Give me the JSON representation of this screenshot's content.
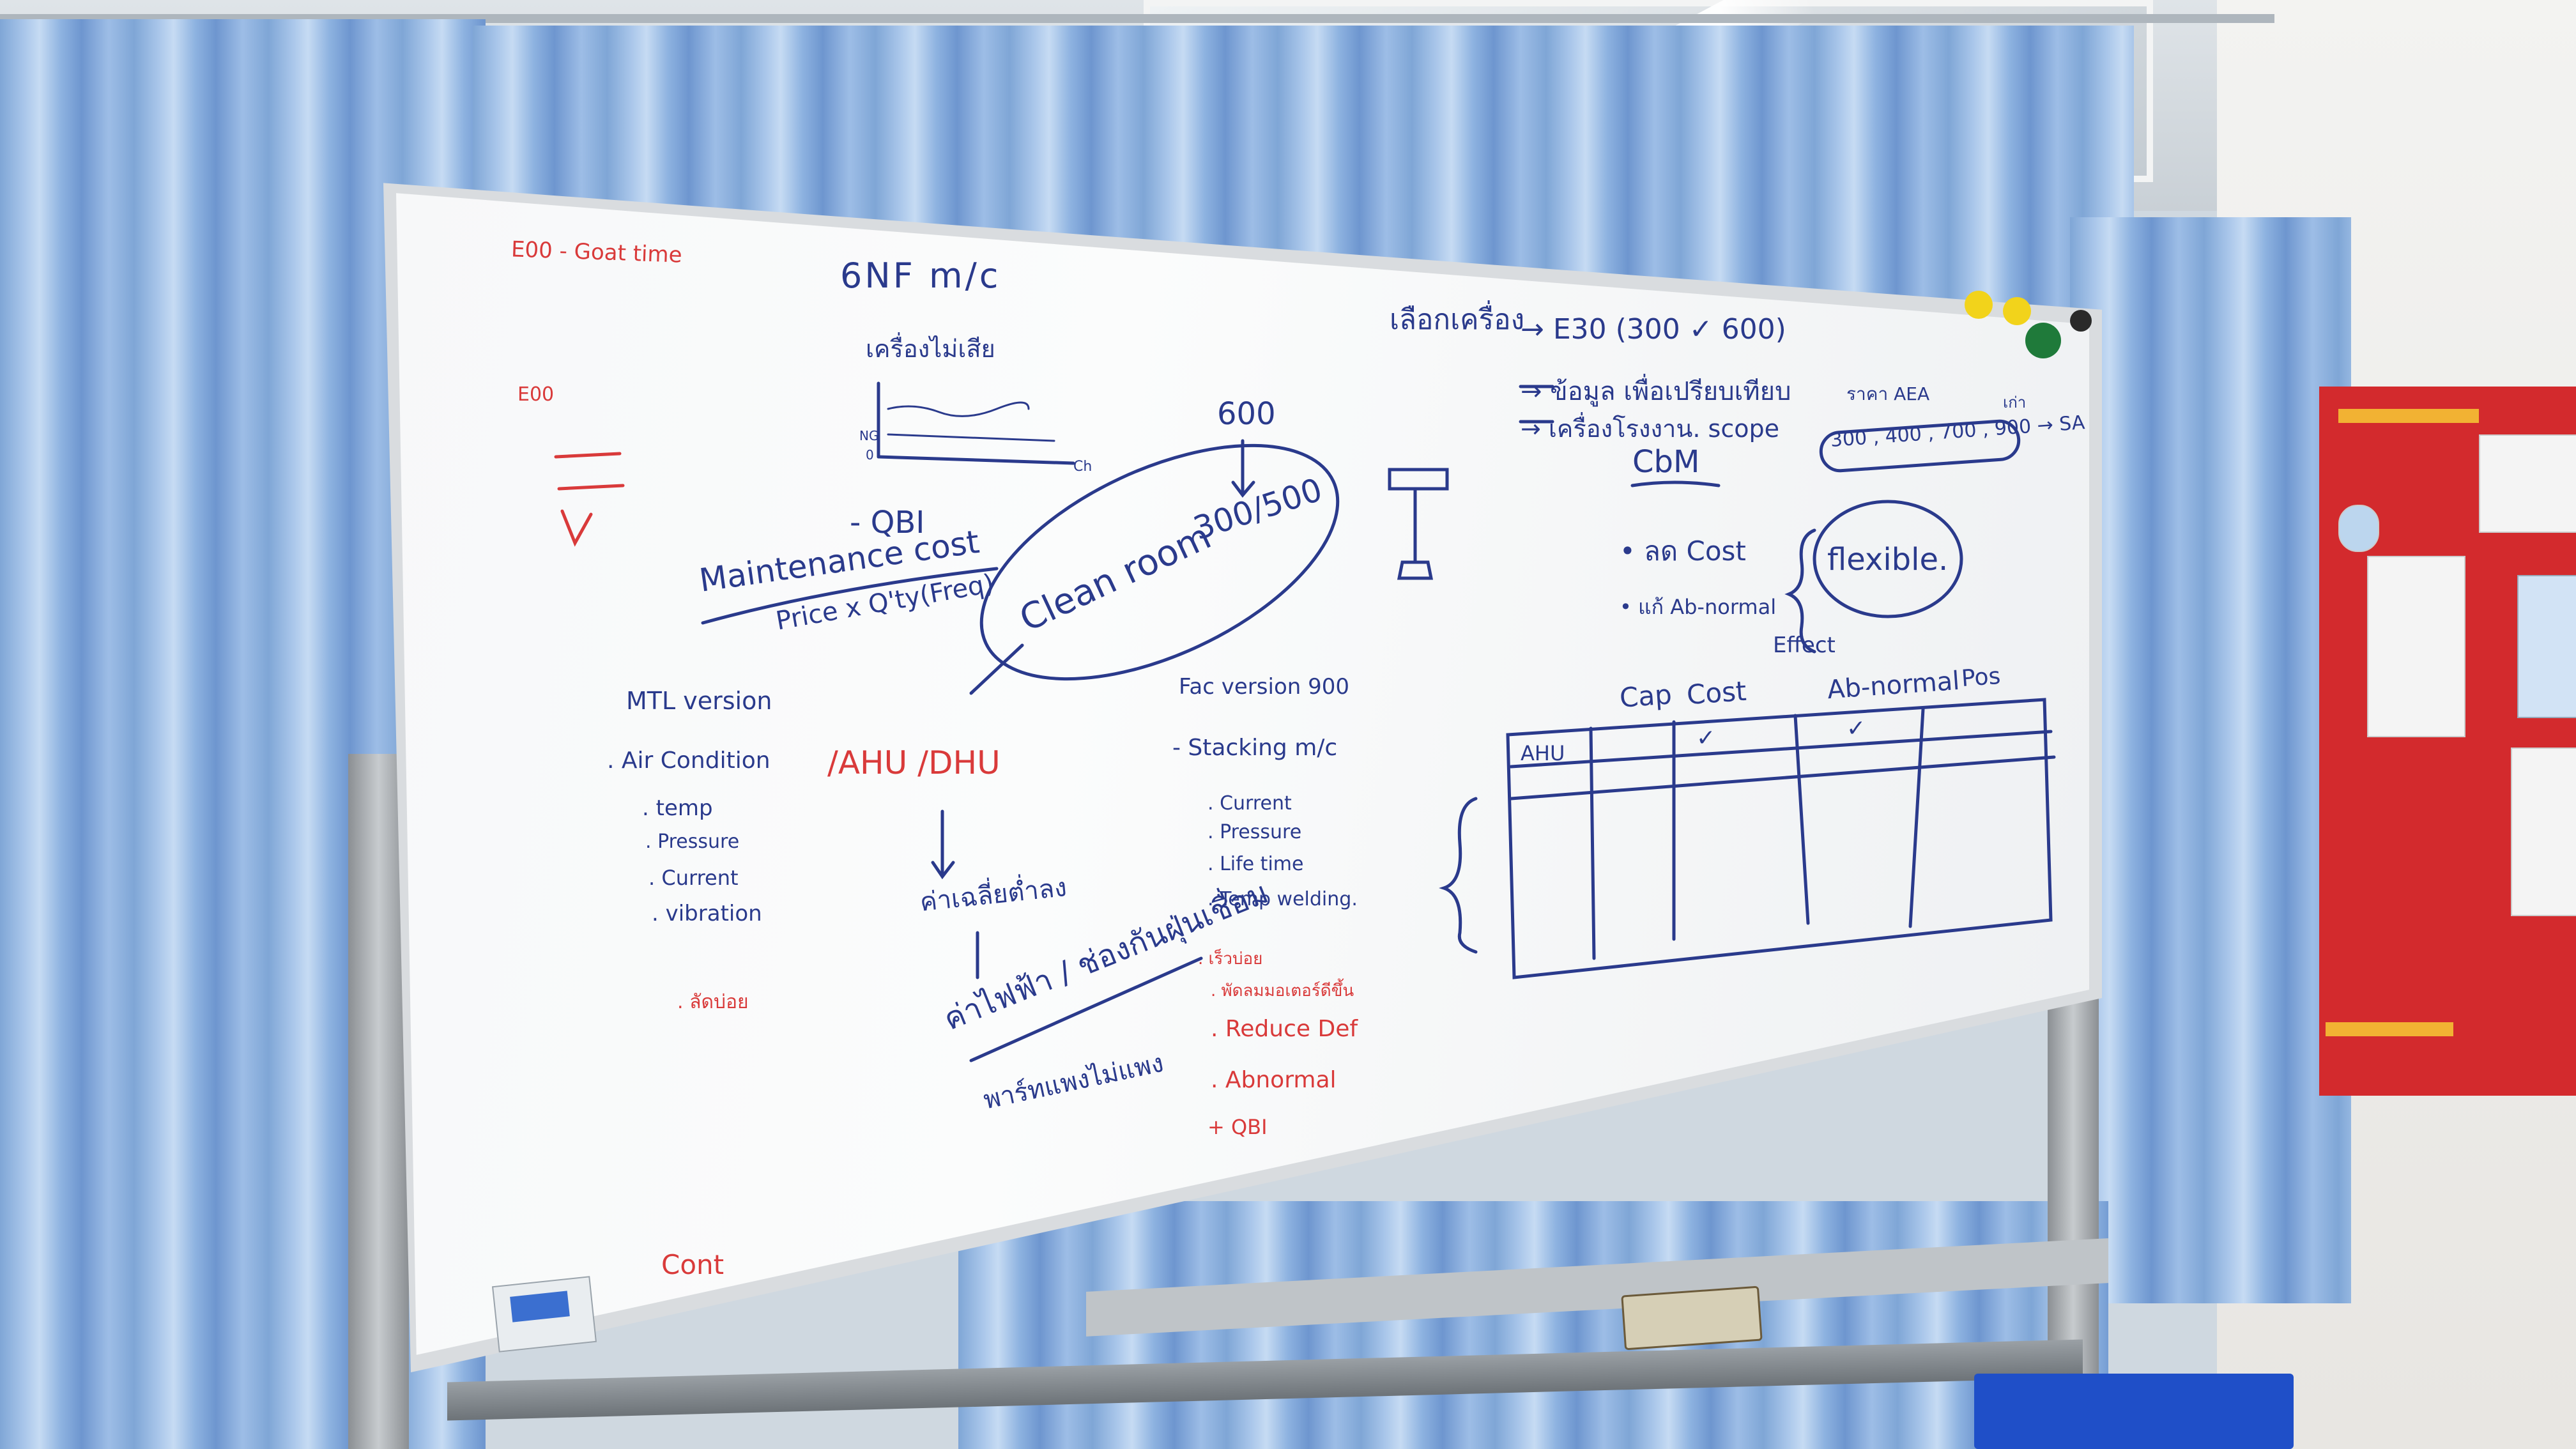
{
  "whiteboard": {
    "top_left": {
      "line1": "E00 - Goat time",
      "line2": "E00"
    },
    "title": "6NF m/c",
    "machine_no_fail": "เครื่องไม่เสีย",
    "graph_labels": {
      "y1": "NG",
      "y2": "0",
      "x": "Ch"
    },
    "qbi": "- QBI",
    "maintenance_cost": "Maintenance cost",
    "formula": "Price x Q'ty(Freq)",
    "clean_room": "Clean room",
    "clean_room_value": "300/500",
    "six_hundred": "600",
    "mtl_version": "MTL version",
    "air_condition": ". Air Condition",
    "ahu_dhu": "/AHU /DHU",
    "mtl_items": [
      ". temp",
      ". Pressure",
      ". Current",
      ". vibration"
    ],
    "mtl_red_note": ". ลัดบ่อย",
    "clean_room_down": "ค่าเฉลี่ยต่ำลง",
    "electric_cost": "ค่าไฟฟ้า / ช่องกันฝุ่นเชื่อม",
    "parts_expensive": "พาร์ทแพงไม่แพง",
    "fac_version": "Fac version 900",
    "stacking": "- Stacking m/c",
    "fac_items": [
      ". Current",
      ". Pressure",
      ". Life time",
      ". Temp welding."
    ],
    "fac_red_items": [
      ". เร็วบ่อย",
      ". พัดลมมอเตอร์ดีขึ้น",
      ". Reduce Def",
      ". Abnormal",
      "+ QBI"
    ],
    "right_top": {
      "select_machine": "เลือกเครื่อง",
      "e30": "→ E30 (300 ✓ 600)",
      "data_compare": "→ ข้อมูล เพื่อเปรียบเทียบ",
      "note_small": "ราคา AEA",
      "machine_work": "→ เครื่องโรงงาน. scope",
      "scope_values": "300 , 400 , 700 , 900 → SA",
      "old": "เก่า",
      "cbm": "CbM",
      "reduce_cost": "• ลด Cost",
      "fix_abnormal": "• แก้ Ab-normal",
      "flexible": "flexible.",
      "effect": "Effect"
    },
    "table": {
      "headers": [
        "Cap",
        "Cost",
        "Ab-normal",
        "Pos"
      ],
      "row_label": "AHU",
      "checks": [
        "✓",
        "✓"
      ]
    },
    "bottom_left": "Cont"
  },
  "colors": {
    "red_marker": "#d93a3a",
    "blue_marker": "#2a3a8c",
    "curtain": "#8db2e0",
    "board_red": "#d32a2d",
    "magnet_yellow": "#f2d31b",
    "magnet_green": "#1f7a3a"
  }
}
